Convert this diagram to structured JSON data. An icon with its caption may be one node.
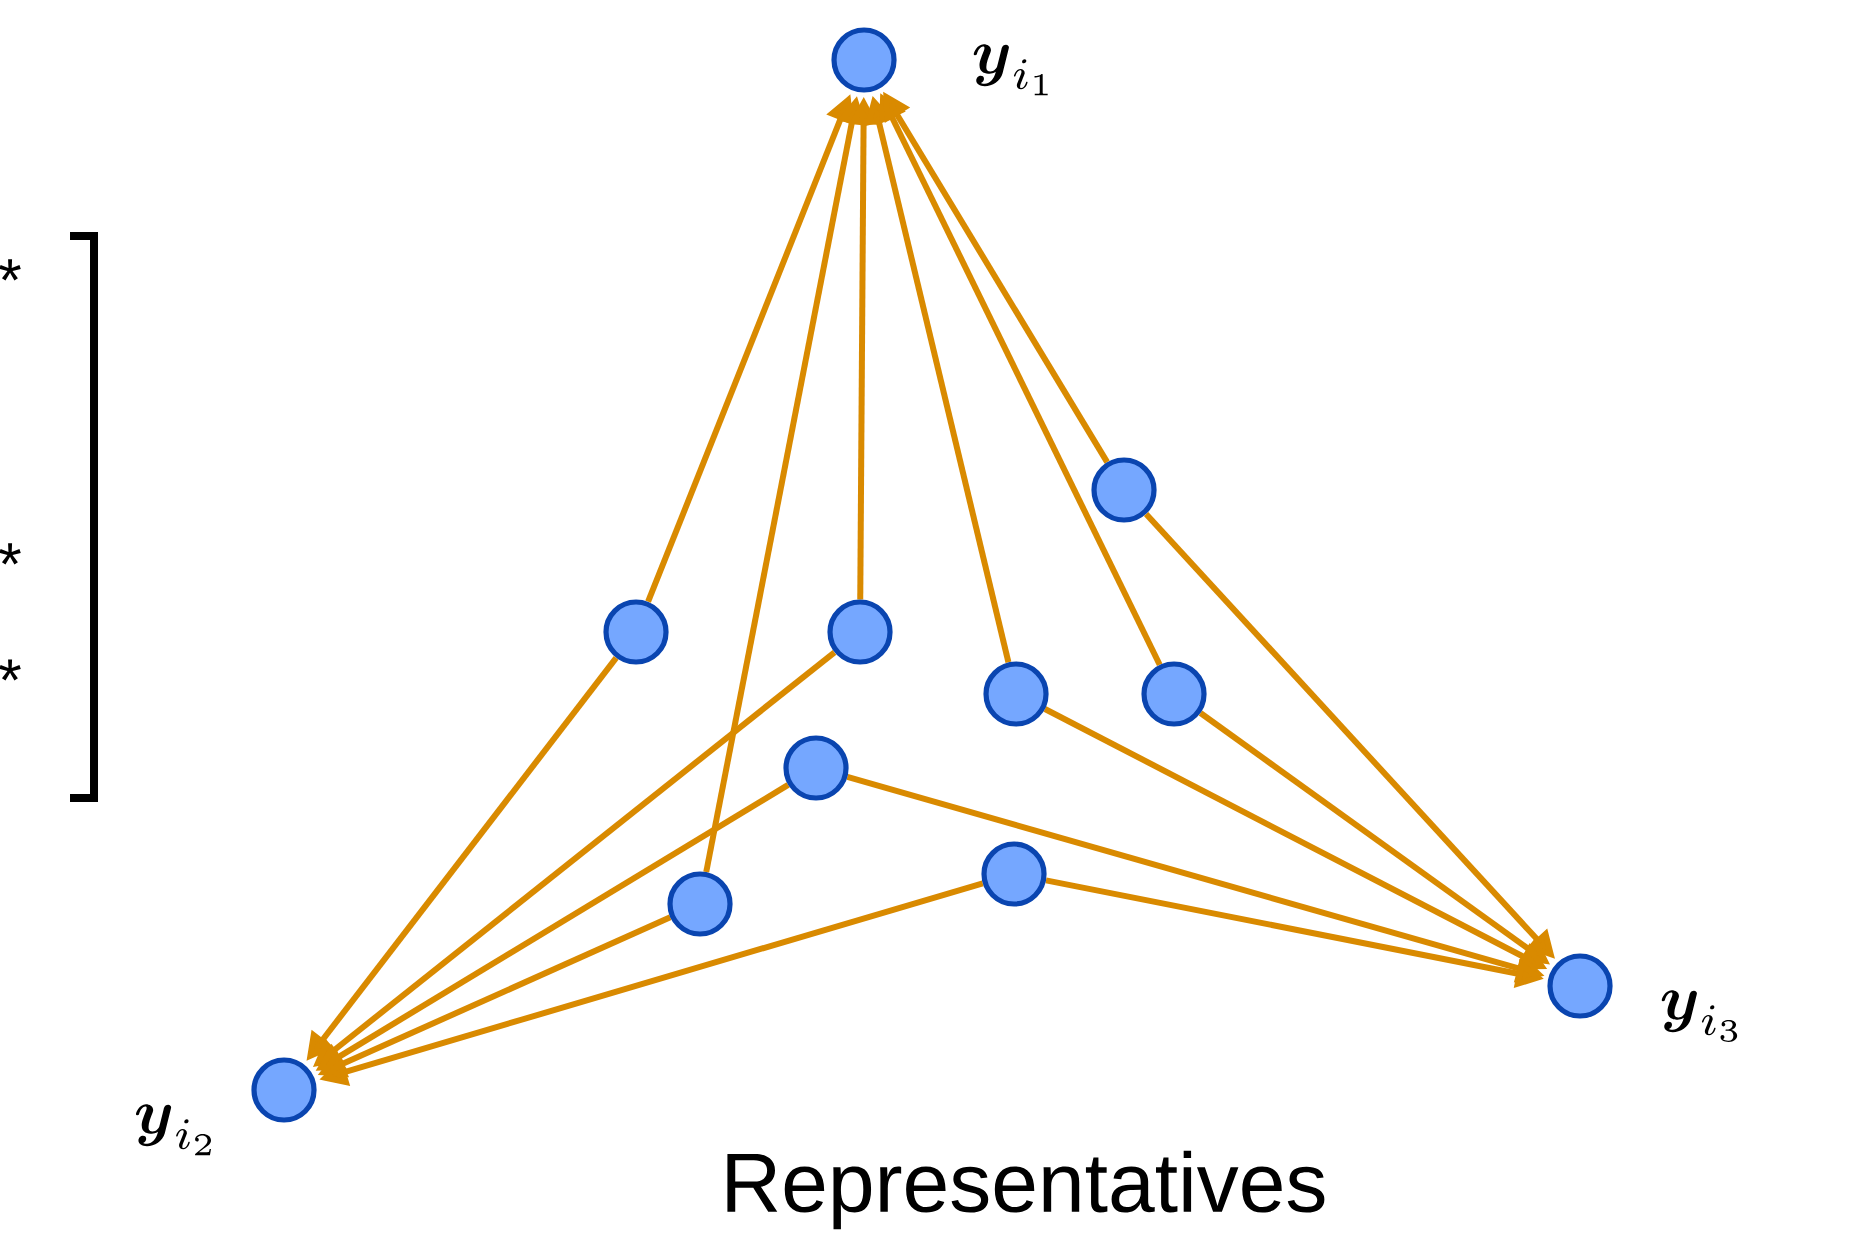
{
  "diagram": {
    "nodes": [
      {
        "text": [
          "\\boldsymbol{y}_{i_1}"
        ]
      },
      {
        "text": [],
        "shape": "circle"
      },
      {
        "text": [],
        "shape": "circle"
      },
      {
        "text": [],
        "shape": "circle"
      },
      {
        "text": [],
        "shape": "circle"
      },
      {
        "text": [],
        "shape": "circle"
      },
      {
        "text": [],
        "shape": "circle"
      },
      {
        "text": [],
        "shape": "circle"
      },
      {
        "text": [],
        "shape": "circle"
      },
      {
        "text": [
          "\\boldsymbol{y}_{i_3}"
        ]
      },
      {
        "text": [
          "\\boldsymbol{y}_{i_2}"
        ]
      }
    ],
    "edges": [
      {
        "from": 2,
        "to": 0,
        "arrow": "to"
      },
      {
        "from": 8,
        "to": 0,
        "arrow": "to"
      },
      {
        "from": 3,
        "to": 0,
        "arrow": "to"
      },
      {
        "from": 4,
        "to": 0,
        "arrow": "to"
      },
      {
        "from": 5,
        "to": 0,
        "arrow": "to"
      },
      {
        "from": 1,
        "to": 0,
        "arrow": "to"
      },
      {
        "from": 2,
        "to": 10,
        "arrow": "to"
      },
      {
        "from": 3,
        "to": 10,
        "arrow": "to"
      },
      {
        "from": 6,
        "to": 10,
        "arrow": "to"
      },
      {
        "from": 8,
        "to": 10,
        "arrow": "to"
      },
      {
        "from": 7,
        "to": 10,
        "arrow": "to"
      },
      {
        "from": 1,
        "to": 9,
        "arrow": "to"
      },
      {
        "from": 5,
        "to": 9,
        "arrow": "to"
      },
      {
        "from": 4,
        "to": 9,
        "arrow": "to"
      },
      {
        "from": 6,
        "to": 9,
        "arrow": "to"
      },
      {
        "from": 7,
        "to": 9,
        "arrow": "to"
      }
    ],
    "labels": [
      "*",
      "*",
      "*",
      "Representatives"
    ]
  }
}
